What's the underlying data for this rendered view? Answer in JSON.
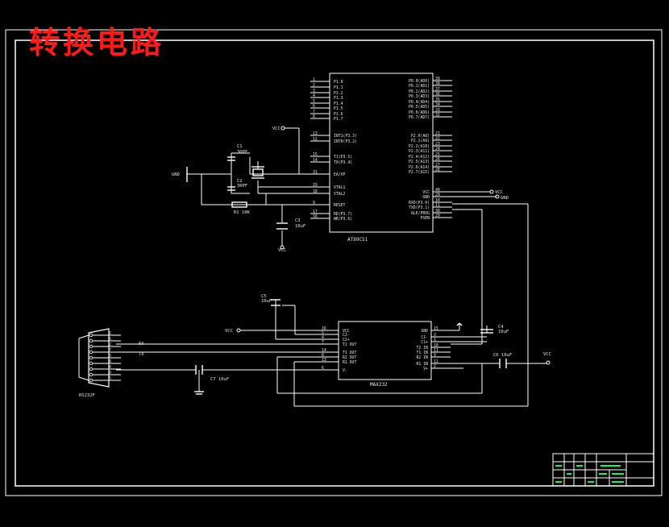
{
  "title": "转换电路",
  "mcu": {
    "name": "AT89C51",
    "left_pins": [
      {
        "num": "1",
        "label": "P1.0"
      },
      {
        "num": "2",
        "label": "P1.1"
      },
      {
        "num": "3",
        "label": "P1.2"
      },
      {
        "num": "4",
        "label": "P1.3"
      },
      {
        "num": "5",
        "label": "P1.4"
      },
      {
        "num": "6",
        "label": "P1.5"
      },
      {
        "num": "7",
        "label": "P1.6"
      },
      {
        "num": "8",
        "label": "P1.7"
      },
      {
        "num": "13",
        "label": "INT1(P3.3)"
      },
      {
        "num": "12",
        "label": "INT0(P3.2)"
      },
      {
        "num": "15",
        "label": "T1(P3.5)"
      },
      {
        "num": "14",
        "label": "T0(P3.4)"
      },
      {
        "num": "31",
        "label": "EA/VP"
      },
      {
        "num": "19",
        "label": "XTAL1"
      },
      {
        "num": "18",
        "label": "XTAL2"
      },
      {
        "num": "9",
        "label": "RESET"
      },
      {
        "num": "17",
        "label": "RD(P3.7)"
      },
      {
        "num": "16",
        "label": "WR(P3.6)"
      }
    ],
    "right_pins": [
      {
        "num": "39",
        "label": "P0.0(AD0)"
      },
      {
        "num": "38",
        "label": "P0.1(AD1)"
      },
      {
        "num": "37",
        "label": "P0.2(AD2)"
      },
      {
        "num": "36",
        "label": "P0.3(AD3)"
      },
      {
        "num": "35",
        "label": "P0.4(AD4)"
      },
      {
        "num": "34",
        "label": "P0.5(AD5)"
      },
      {
        "num": "33",
        "label": "P0.6(AD6)"
      },
      {
        "num": "32",
        "label": "P0.7(AD7)"
      },
      {
        "num": "21",
        "label": "P2.0(A8)"
      },
      {
        "num": "22",
        "label": "P2.1(A9)"
      },
      {
        "num": "23",
        "label": "P2.2(A10)"
      },
      {
        "num": "24",
        "label": "P2.3(A11)"
      },
      {
        "num": "25",
        "label": "P2.4(A12)"
      },
      {
        "num": "26",
        "label": "P2.5(A13)"
      },
      {
        "num": "27",
        "label": "P2.6(A14)"
      },
      {
        "num": "28",
        "label": "P2.7(A15)"
      },
      {
        "num": "40",
        "label": "VCC"
      },
      {
        "num": "20",
        "label": "GND"
      },
      {
        "num": "10",
        "label": "RXD(P3.0)"
      },
      {
        "num": "11",
        "label": "TXD(P3.1)"
      },
      {
        "num": "30",
        "label": "ALE/PROG"
      },
      {
        "num": "29",
        "label": "PSEN"
      }
    ]
  },
  "max": {
    "name": "MAX232",
    "left_pins": [
      {
        "num": "16",
        "label": "VCC"
      },
      {
        "num": "5",
        "label": "C2-"
      },
      {
        "num": "4",
        "label": "C2+"
      },
      {
        "num": "7",
        "label": "T2 OUT"
      },
      {
        "num": "14",
        "label": "T1 OUT"
      },
      {
        "num": "8",
        "label": "R2 OUT"
      },
      {
        "num": "13",
        "label": "R1 OUT"
      },
      {
        "num": "6",
        "label": "V-"
      }
    ],
    "right_pins": [
      {
        "num": "15",
        "label": "GND"
      },
      {
        "num": "3",
        "label": "C1-"
      },
      {
        "num": "1",
        "label": "C1+"
      },
      {
        "num": "10",
        "label": "T2 IN"
      },
      {
        "num": "11",
        "label": "T1 IN"
      },
      {
        "num": "9",
        "label": "R2 IN"
      },
      {
        "num": "12",
        "label": "R1 IN"
      },
      {
        "num": "2",
        "label": "V+"
      }
    ]
  },
  "db9": {
    "name": "RS232F",
    "pins": [
      "1",
      "6",
      "2",
      "7",
      "3",
      "8",
      "4",
      "9",
      "5"
    ]
  },
  "components": {
    "c1": "C1",
    "c1_val": "30PF",
    "c2": "C2",
    "c2_val": "30PF",
    "c3": "C3",
    "c3_val": "10uF",
    "r1": "R1 10K",
    "c4": "C4",
    "c4_val": "10uF",
    "c5": "C5",
    "c5_val": "10uF",
    "c6": "C6 10uF",
    "c7": "C7 10uF"
  },
  "nets": {
    "vcc": "VCC",
    "gnd": "GND",
    "rx": "RX",
    "tx": "TX"
  },
  "colors": {
    "background": "#000000",
    "lines": "#ffffff",
    "title": "#ff1a1a",
    "titleblock": "#00ff66"
  }
}
